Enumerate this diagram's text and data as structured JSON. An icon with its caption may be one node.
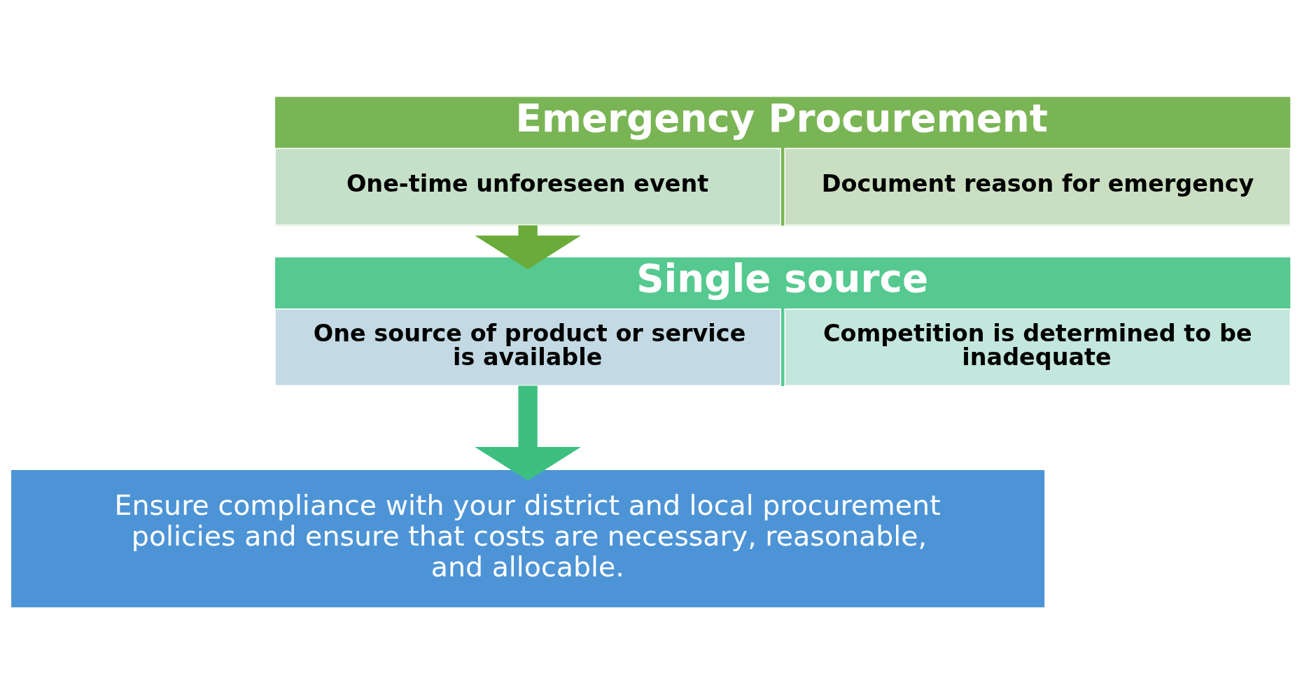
{
  "diagram": {
    "nodes": [
      {
        "text": [
          "Emergency Procurement"
        ]
      },
      {
        "text": [
          "One-time unforeseen event"
        ],
        "in": 0
      },
      {
        "text": [
          "Document reason for emergency"
        ],
        "in": 0
      },
      {
        "text": [
          "Single source"
        ]
      },
      {
        "text": [
          "One source of product or service is available"
        ],
        "in": 3
      },
      {
        "text": [
          "Competition is determined to be inadequate"
        ],
        "in": 3
      },
      {
        "text": [
          "Ensure compliance with your district and local procurement policies and ensure that costs are necessary, reasonable, and allocable."
        ]
      }
    ],
    "edges": [
      {
        "from": 0,
        "to": 3,
        "arrow": "to",
        "color": "#6aab3a"
      },
      {
        "from": 3,
        "to": 6,
        "arrow": "to",
        "color": "#3dbf80"
      }
    ]
  }
}
